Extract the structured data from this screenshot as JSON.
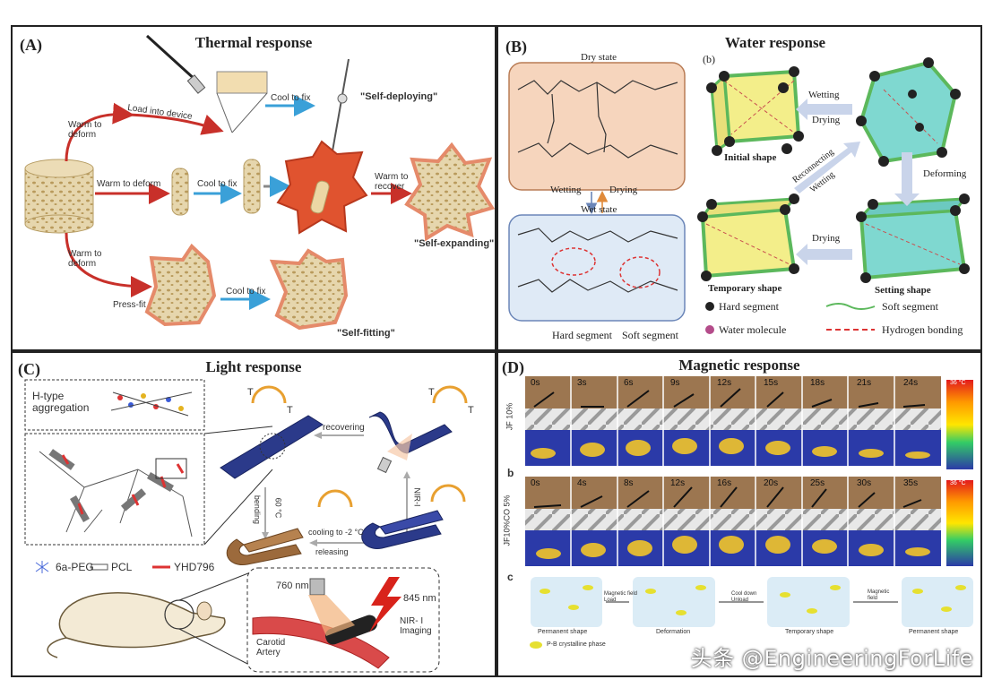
{
  "panels": {
    "a": {
      "letter": "(A)",
      "title": "Thermal response",
      "labels": {
        "load_into_device": "Load into device",
        "warm_to_deform_top": "Warm to\ndeform",
        "cool_to_fix_top": "Cool to fix",
        "self_deploying": "\"Self-deploying\"",
        "warm_to_deform_mid": "Warm to deform",
        "cool_to_fix_mid": "Cool to fix",
        "warm_to_recover": "Warm to\nrecover",
        "self_expanding": "\"Self-expanding\"",
        "warm_to_deform_bottom": "Warm to\ndeform",
        "press_fit": "Press-fit",
        "cool_to_fix_bottom": "Cool to fix",
        "self_fitting": "\"Self-fitting\""
      }
    },
    "b": {
      "letter": "(B)",
      "title": "Water response",
      "sub": "(b)",
      "labels": {
        "dry_state": "Dry state",
        "wet_state": "Wet state",
        "wetting_left": "Wetting",
        "drying_left": "Drying",
        "wetting_top": "Wetting",
        "drying_top": "Drying",
        "reconnecting": "Reconnecting",
        "wetting_diag": "Wetting",
        "deforming": "Deforming",
        "drying_bottom": "Drying",
        "initial_shape": "Initial shape",
        "temporary_shape": "Temporary shape",
        "setting_shape": "Setting shape",
        "hard_segment_label": "Hard segment",
        "soft_segment_label": "Soft segment"
      },
      "legend": {
        "hard_segment": "Hard segment",
        "soft_segment": "Soft segment",
        "water_molecule": "Water molecule",
        "hydrogen_bonding": "Hydrogen bonding"
      }
    },
    "c": {
      "letter": "(C)",
      "title": "Light response",
      "labels": {
        "h_type": "H-type\naggregation",
        "recovering": "recovering",
        "bending": "bending",
        "temp_60": "60 °C",
        "nir": "NIR-I",
        "cooling": "cooling to -2 °C",
        "releasing": "releasing",
        "t_room": "T",
        "t_trans": "T",
        "nm_760": "760 nm",
        "nm_845": "845 nm",
        "nir_imaging": "NIR- I\nImaging",
        "carotid": "Carotid\nArtery"
      },
      "legend": {
        "peg": "6a-PEG",
        "pcl": "PCL",
        "yhd": "YHD796"
      }
    },
    "d": {
      "letter": "(D)",
      "title": "Magnetic response",
      "row1_label": "JF 10%",
      "row2_label": "JF10%CO 5%",
      "sub_b": "b",
      "sub_c": "c",
      "row1_times": [
        "0s",
        "3s",
        "6s",
        "9s",
        "12s",
        "15s",
        "18s",
        "21s",
        "24s"
      ],
      "row2_times": [
        "0s",
        "4s",
        "8s",
        "12s",
        "16s",
        "20s",
        "25s",
        "30s",
        "35s"
      ],
      "scale_top": "36 °C",
      "labels": {
        "permanent_shape_1": "Permanent shape",
        "magnetic_field_load": "Magnetic field\nLoad",
        "deformation": "Deformation",
        "cool_down_unload": "Cool down\nUnload",
        "temporary_shape": "Temporary shape",
        "magnetic_field": "Magnetic\nfield",
        "permanent_shape_2": "Permanent shape",
        "legend": "P-B crystalline phase"
      }
    }
  },
  "watermark": "头条 @EngineeringForLife",
  "colors": {
    "tan": "#d9c79a",
    "red_arrow": "#c8302a",
    "blue_arrow": "#3aa0d8",
    "orange_red": "#d9462b",
    "panel_border": "#222222",
    "wood": "#9c6a3c",
    "heat_blue": "#2b3aa8"
  }
}
